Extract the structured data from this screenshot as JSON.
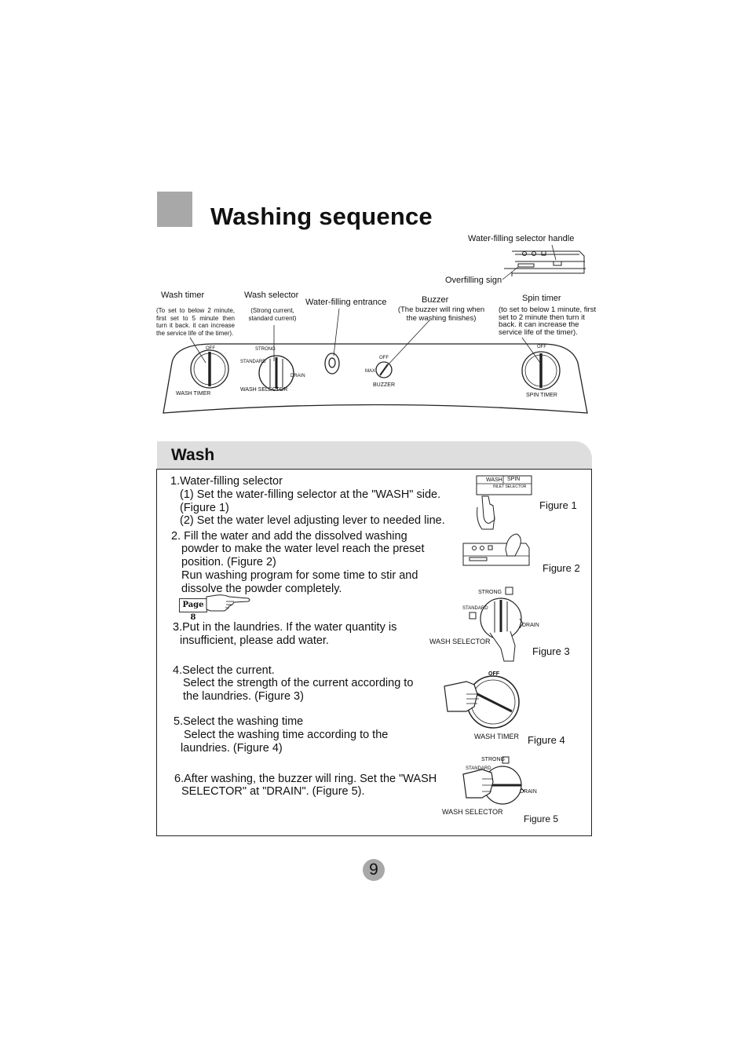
{
  "header": {
    "title": "Washing sequence"
  },
  "panel": {
    "callouts": {
      "water_filling_selector_handle": "Water-filling selector handle",
      "overfilling_sign": "Overfilling sign",
      "wash_timer": "Wash timer",
      "wash_timer_note": "(To set to below 2 minute, first set to 5 minute then turn it back. it can increase the service life of the timer).",
      "wash_selector": "Wash selector",
      "wash_selector_note": "(Strong current, standard current)",
      "water_filling_entrance": "Water-filling entrance",
      "buzzer": "Buzzer",
      "buzzer_note": "(The buzzer will ring when the washing finishes)",
      "spin_timer": "Spin timer",
      "spin_timer_note": "(to set to below 1 minute, first set to 2 minute then turn it back. it can increase the service life of the timer)."
    },
    "dial_labels": {
      "wash_timer": "WASH TIMER",
      "wash_selector": "WASH SELECTOR",
      "buzzer": "BUZZER",
      "spin_timer": "SPIN TIMER",
      "off": "OFF",
      "strong": "STRONG",
      "standard": "STANDARD",
      "drain": "DRAIN",
      "max": "MAX"
    }
  },
  "wash_section": {
    "heading": "Wash",
    "steps": {
      "s1_title": "1.Water-filling selector",
      "s1_a": "(1) Set the water-filling selector at the \"WASH\" side.",
      "s1_b": "(Figure 1)",
      "s1_c": "(2) Set the water level adjusting lever to needed line.",
      "s2_a": "2. Fill the water and add the dissolved washing",
      "s2_b": "powder to make the water level reach the preset",
      "s2_c": "position. (Figure 2)",
      "s2_d": "Run washing program for some time to stir and",
      "s2_e": "dissolve the powder completely.",
      "page_ref": "Page 8",
      "s3_a": "3.Put in the laundries. If the water quantity is",
      "s3_b": "insufficient, please add water.",
      "s4_a": "4.Select the current.",
      "s4_b": "Select the strength of the current according to",
      "s4_c": "the laundries. (Figure 3)",
      "s5_a": "5.Select the washing time",
      "s5_b": "Select the washing time according to the",
      "s5_c": "laundries. (Figure 4)",
      "s6_a": "6.After washing, the buzzer will ring. Set the \"WASH",
      "s6_b": "SELECTOR\" at \"DRAIN\". (Figure 5)."
    },
    "figures": {
      "fig1": "Figure 1",
      "fig2": "Figure 2",
      "fig3": "Figure 3",
      "fig4": "Figure 4",
      "fig5": "Figure 5",
      "fig1_wash": "WASH",
      "fig1_spin": "SPIN",
      "fig1_selector": "INLET SELECTOR",
      "fig3_label": "WASH SELECTOR",
      "fig3_strong": "STRONG",
      "fig3_standard": "STANDARD",
      "fig3_drain": "DRAIN",
      "fig4_label": "WASH TIMER",
      "fig4_off": "OFF",
      "fig5_label": "WASH SELECTOR",
      "fig5_strong": "STRONG",
      "fig5_standard": "STANDARD",
      "fig5_drain": "DRAIN"
    }
  },
  "footer": {
    "page_number": "9"
  }
}
